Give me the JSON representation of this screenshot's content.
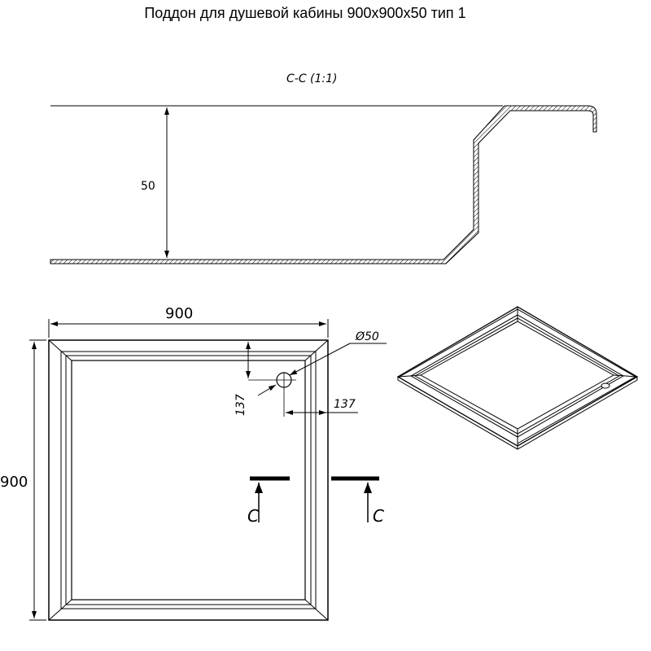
{
  "title": "Поддон для душевой кабины 900x900x50 тип 1",
  "section": {
    "label": "C-C (1:1)",
    "height_dim": "50"
  },
  "plan": {
    "width_dim": "900",
    "height_dim": "900",
    "drain_diameter": "Ø50",
    "drain_offset_vertical": "137",
    "drain_offset_horizontal": "137",
    "cut_label_left": "C",
    "cut_label_right": "C"
  }
}
